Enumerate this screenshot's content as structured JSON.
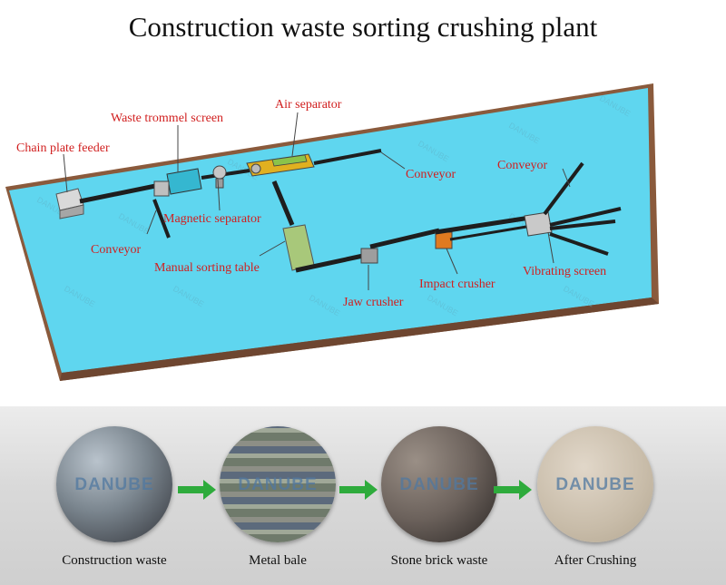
{
  "title": "Construction waste sorting crushing plant",
  "labels": {
    "chain_plate_feeder": "Chain plate feeder",
    "waste_trommel_screen": "Waste trommel screen",
    "air_separator": "Air separator",
    "conveyor_top": "Conveyor",
    "conveyor_right": "Conveyor",
    "magnetic_separator": "Magnetic separator",
    "conveyor_left": "Conveyor",
    "manual_sorting_table": "Manual sorting table",
    "jaw_crusher": "Jaw crusher",
    "impact_crusher": "Impact crusher",
    "vibrating_screen": "Vibrating screen"
  },
  "watermark": "DANUBE",
  "stages": [
    {
      "caption": "Construction waste",
      "brand": "DANUBE"
    },
    {
      "caption": "Metal bale",
      "brand": "DANUBE"
    },
    {
      "caption": "Stone brick waste",
      "brand": "DANUBE"
    },
    {
      "caption": "After Crushing",
      "brand": "DANUBE"
    }
  ],
  "colors": {
    "platform_top": "#5fd6ef",
    "platform_edge": "#8a5a3c",
    "label_red": "#d11f1f",
    "arrow_green": "#2eab3c"
  }
}
